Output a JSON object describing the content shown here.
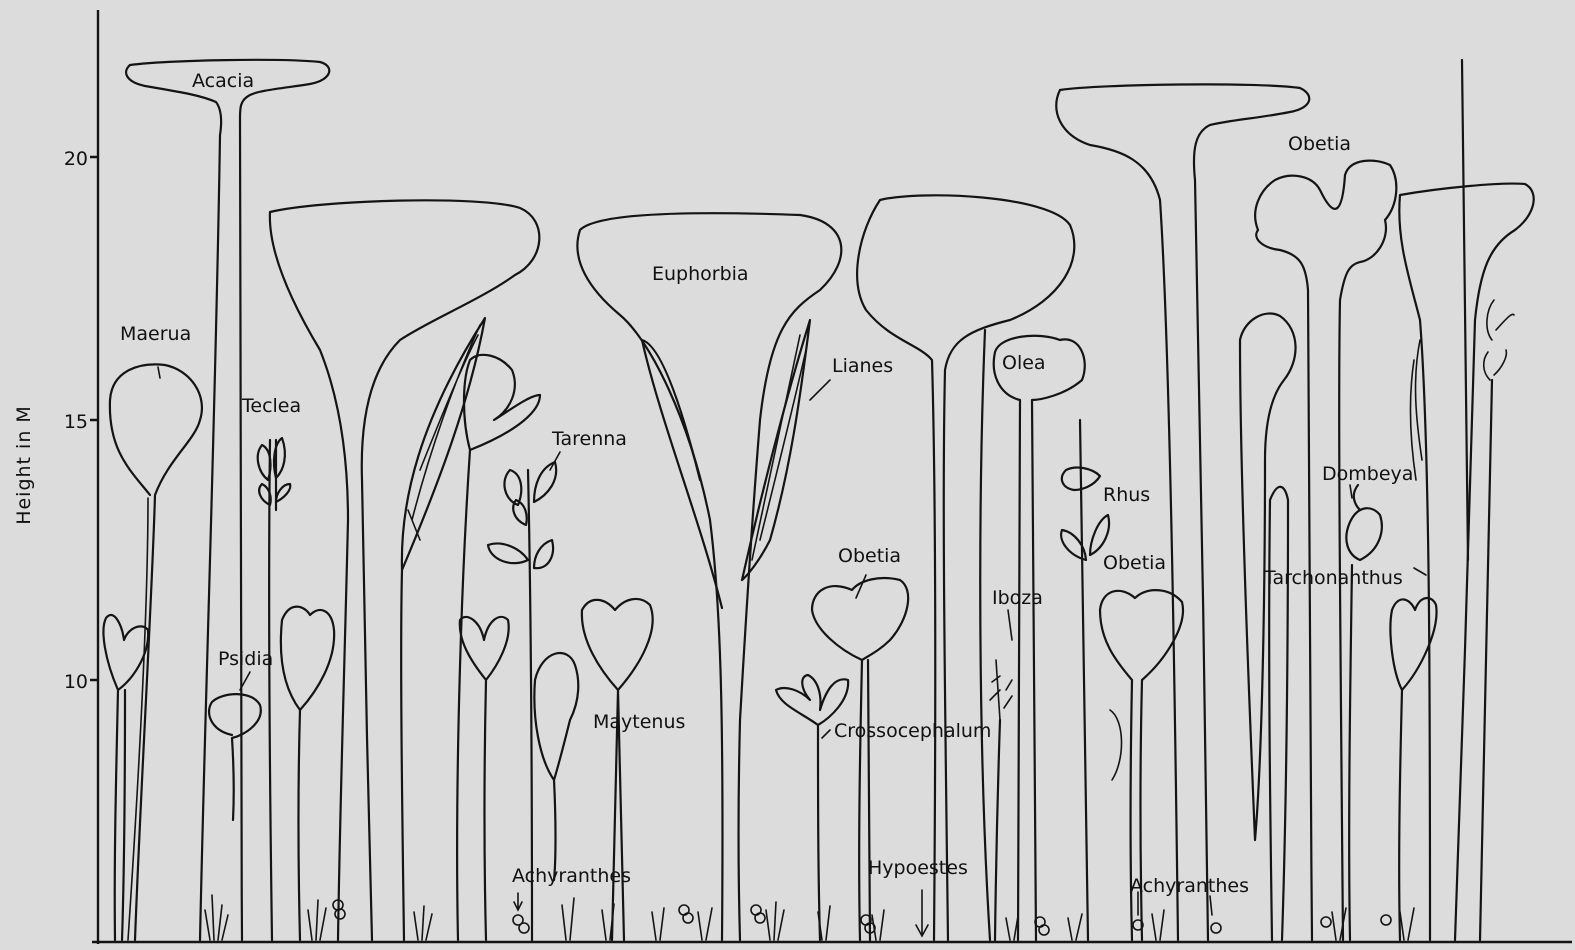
{
  "axis": {
    "y_label": "Height in M",
    "y_ticks": [
      "20",
      "15",
      "10"
    ]
  },
  "labels": {
    "acacia": "Acacia",
    "maerua": "Maerua",
    "teclea": "Teclea",
    "psidia": "Psidia",
    "euphorbia": "Euphorbia",
    "tarenna": "Tarenna",
    "lianes": "Lianes",
    "maytenus": "Maytenus",
    "achyranthes_1": "Achyranthes",
    "obetia_1": "Obetia",
    "crossocephalum": "Crossocephalum",
    "hypoestes": "Hypoestes",
    "olea": "Olea",
    "iboza": "Iboza",
    "rhus": "Rhus",
    "obetia_2": "Obetia",
    "achyranthes_2": "Achyranthes",
    "obetia_3": "Obetia",
    "dombeya": "Dombeya",
    "tarchonanthus": "Tarchonanthus"
  },
  "colors": {
    "ink": "#141414",
    "paper": "#dcdcdc"
  }
}
